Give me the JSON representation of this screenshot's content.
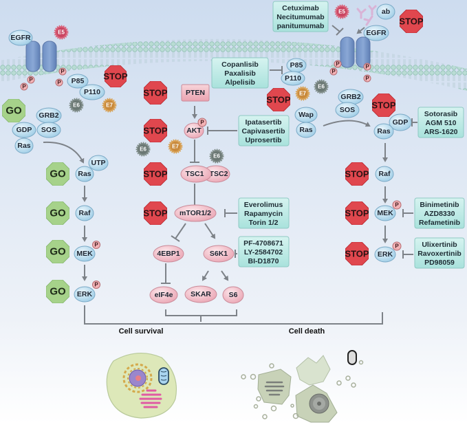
{
  "left_pathway": {
    "receptor": "EGFR",
    "virus_e5": "E5",
    "virus_e6": "E6",
    "virus_e7": "E7",
    "phospho": "P",
    "p85": "P85",
    "p110": "P110",
    "grb2": "GRB2",
    "sos": "SOS",
    "gdp": "GDP",
    "ras": "Ras",
    "utp": "UTP",
    "ras_active": "Ras",
    "raf": "Raf",
    "mek": "MEK",
    "erk": "ERK",
    "go_label": "GO",
    "stop_label": "STOP"
  },
  "center_pathway": {
    "pten": "PTEN",
    "akt": "AKT",
    "tsc1": "TSC1",
    "tsc2": "TSC2",
    "mtor": "mTOR1/2",
    "ebp1": "4EBP1",
    "s6k1": "S6K1",
    "eif4e": "eIF4e",
    "skar": "SKAR",
    "s6": "S6",
    "stop_label": "STOP"
  },
  "right_pathway": {
    "receptor": "EGFR",
    "ab": "ab",
    "virus_e5": "E5",
    "virus_e6": "E6",
    "virus_e7": "E7",
    "p85": "P85",
    "p110": "P110",
    "grb2": "GRB2",
    "sos": "SOS",
    "wap": "Wap",
    "ras_inactive": "Ras",
    "ras": "Ras",
    "gdp": "GDP",
    "raf": "Raf",
    "mek": "MEK",
    "erk": "ERK",
    "stop_label": "STOP"
  },
  "drugs": {
    "egfr_antibodies": [
      "Cetuximab",
      "Necitumumab",
      "panitumumab"
    ],
    "pi3k_inhibitors": [
      "Copanlisib",
      "Paxalisib",
      "Alpelisib"
    ],
    "akt_inhibitors": [
      "Ipatasertib",
      "Capivasertib",
      "Uprosertib"
    ],
    "mtor_inhibitors": [
      "Everolimus",
      "Rapamycin",
      "Torin 1/2"
    ],
    "s6k1_inhibitors": [
      "PF-4708671",
      "LY-2584702",
      "BI-D1870"
    ],
    "kras_inhibitors": [
      "Sotorasib",
      "AGM 510",
      "ARS-1620"
    ],
    "mek_inhibitors": [
      "Binimetinib",
      "AZD8330",
      "Refametinib"
    ],
    "erk_inhibitors": [
      "Ulixertinib",
      "Ravoxertinib",
      "PD98059"
    ]
  },
  "outcomes": {
    "survival": "Cell survival",
    "death": "Cell death"
  }
}
